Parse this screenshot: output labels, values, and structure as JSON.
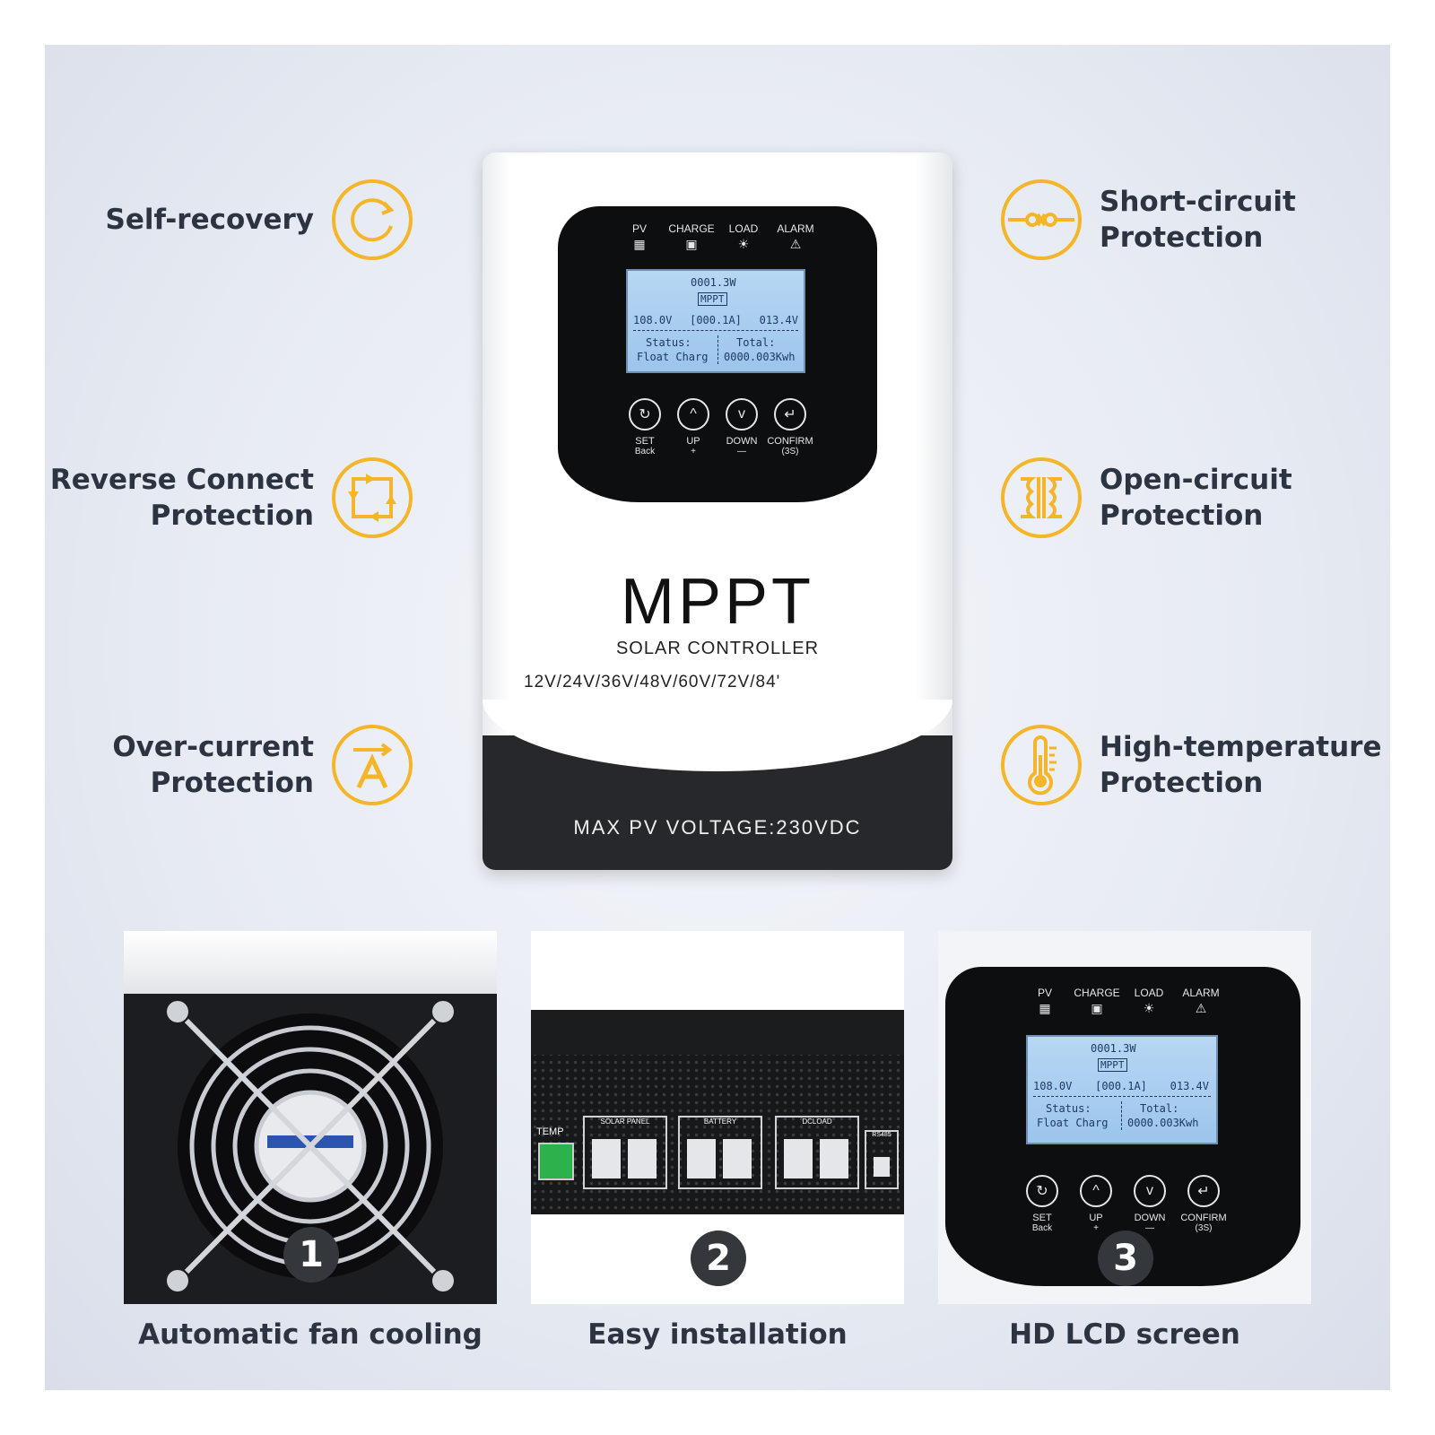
{
  "features": {
    "self_recovery": [
      "Self-recovery"
    ],
    "reverse_connect": [
      "Reverse Connect",
      "Protection"
    ],
    "over_current": [
      "Over-current",
      "Protection"
    ],
    "short_circuit": [
      "Short-circuit",
      "Protection"
    ],
    "open_circuit": [
      "Open-circuit",
      "Protection"
    ],
    "high_temperature": [
      "High-temperature",
      "Protection"
    ]
  },
  "accent_color": "#f4b528",
  "device": {
    "indicators": [
      "PV",
      "CHARGE",
      "LOAD",
      "ALARM"
    ],
    "lcd": {
      "power": "0001.3W",
      "mode": "MPPT",
      "pv_voltage": "108.0V",
      "current": "[000.1A]",
      "battery_voltage": "013.4V",
      "status_label": "Status:",
      "status_value": "Float Charg",
      "total_label": "Total:",
      "total_value": "0000.003Kwh"
    },
    "buttons": [
      {
        "label": "SET",
        "sub": "Back",
        "icon": "↻"
      },
      {
        "label": "UP",
        "sub": "+",
        "icon": "^"
      },
      {
        "label": "DOWN",
        "sub": "—",
        "icon": "v"
      },
      {
        "label": "CONFIRM",
        "sub": "(3S)",
        "icon": "↵"
      }
    ],
    "brand": "MPPT",
    "subtitle": "SOLAR CONTROLLER",
    "voltages": "12V/24V/36V/48V/60V/72V/84'",
    "max_pv": "MAX  PV  VOLTAGE:230VDC"
  },
  "thumbnails": [
    {
      "number": "1",
      "caption": "Automatic fan cooling"
    },
    {
      "number": "2",
      "caption": "Easy installation",
      "terminals": [
        "SOLAR PANEL",
        "BATTERY",
        "DCLOAD"
      ],
      "temp_label": "TEMP",
      "port_label": "RS485"
    },
    {
      "number": "3",
      "caption": "HD LCD screen"
    }
  ]
}
